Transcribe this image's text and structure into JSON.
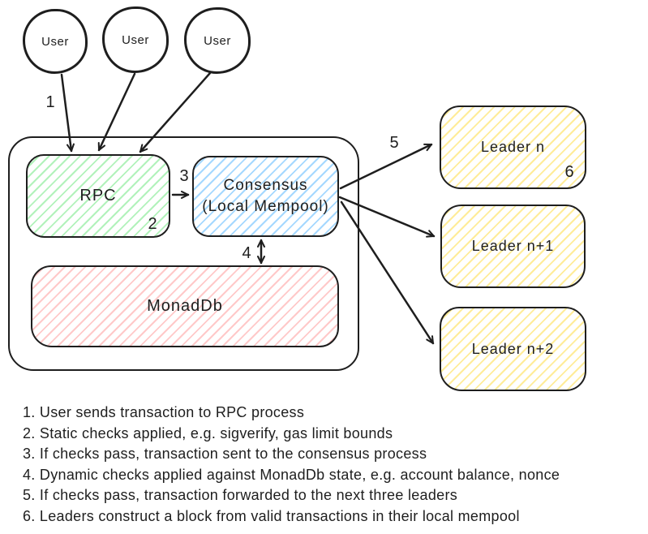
{
  "diagram": {
    "users": [
      "User",
      "User",
      "User"
    ],
    "rpc_label": "RPC",
    "consensus_label_line1": "Consensus",
    "consensus_label_line2": "(Local Mempool)",
    "monaddb_label": "MonadDb",
    "leaders": [
      "Leader n",
      "Leader n+1",
      "Leader n+2"
    ],
    "step_markers": [
      "1",
      "2",
      "3",
      "4",
      "5",
      "6"
    ],
    "colors": {
      "stroke": "#1e1e1e",
      "rpc_fill": "#b2f2bb",
      "consensus_fill": "#a5d8ff",
      "monaddb_fill": "#ffc9c9",
      "leader_fill": "#ffec99",
      "background": "#ffffff"
    }
  },
  "notes": [
    "1. User sends transaction to RPC process",
    "2. Static checks applied, e.g. sigverify, gas limit bounds",
    "3. If checks pass, transaction sent to the consensus process",
    "4. Dynamic checks applied against MonadDb state, e.g. account balance, nonce",
    "5. If checks pass, transaction forwarded to the next three leaders",
    "6. Leaders construct a block from valid transactions in their local mempool"
  ]
}
